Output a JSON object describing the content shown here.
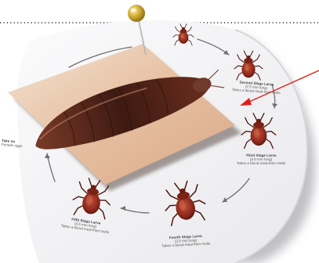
{
  "scene": {
    "colors": {
      "background": "#ffffff",
      "chart_sheet": "#f4f4f6",
      "chart_shadow": "#c7c8cc",
      "dotted_line": "#2b2b2b",
      "pin_head": "#c9a227",
      "bug_body": "#8e2a1b",
      "arrows": "#6f6f6f",
      "callout_arrow": "#e0201a",
      "photo_paper": "#f0d9c4"
    },
    "icons": {
      "pin": "push-pin-icon",
      "bug": "bed-bug-icon",
      "arrow": "cycle-arrow-icon",
      "callout": "red-pointer-arrow-icon"
    }
  },
  "stages": [
    {
      "title": "Second Stage Larva",
      "line1": "(2.5 mm long)",
      "line2": "Takes a blood meal then molts"
    },
    {
      "title": "Third Stage Larva",
      "line1": "(3.0 mm long)",
      "line2": "Takes a blood meal then molts"
    },
    {
      "title": "Fourth Stage Larva",
      "line1": "(3.5 mm long)",
      "line2": "Takes a blood meal then molts"
    },
    {
      "title": "Fifth Stage Larva",
      "line1": "(4.5 mm long)",
      "line2": "Takes a blood meal then molts"
    },
    {
      "title": "Take no",
      "line1": "Female eggs",
      "line2": ""
    }
  ]
}
